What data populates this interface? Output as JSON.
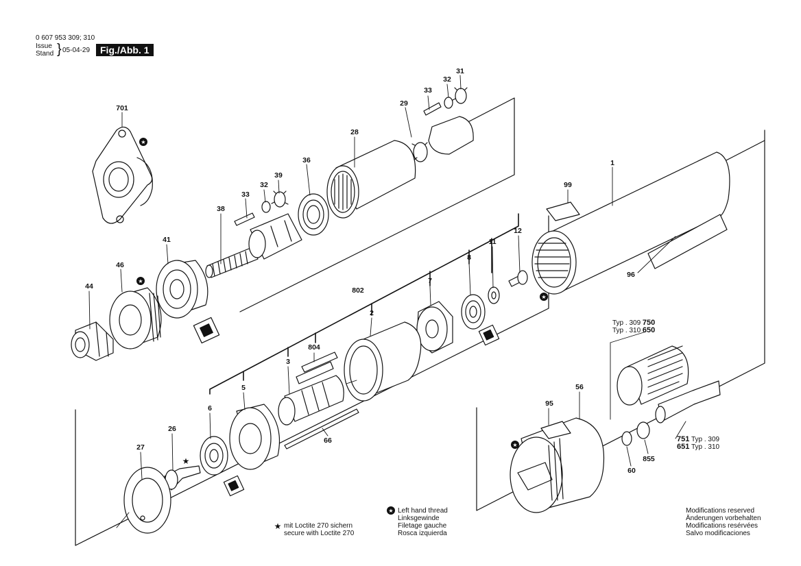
{
  "header": {
    "part_numbers": "0 607 953 309; 310",
    "issue_label": "Issue\nStand",
    "date": "05-04-29",
    "figure": "Fig./Abb. 1"
  },
  "labels": {
    "p701": "701",
    "p38": "38",
    "p33a": "33",
    "p32a": "32",
    "p39": "39",
    "p36": "36",
    "p28": "28",
    "p29": "29",
    "p33b": "33",
    "p32b": "32",
    "p31": "31",
    "p41": "41",
    "p46": "46",
    "p44": "44",
    "p1": "1",
    "p99": "99",
    "p96": "96",
    "p12": "12",
    "p11": "11",
    "p8": "8",
    "p7": "7",
    "p802": "802",
    "p2": "2",
    "p804": "804",
    "p3": "3",
    "p5": "5",
    "p6": "6",
    "p66": "66",
    "p26": "26",
    "p27": "27",
    "p95": "95",
    "p56": "56",
    "p60": "60",
    "p855": "855"
  },
  "variants": {
    "top_typ309": "Typ . 309",
    "top_v309": "750",
    "top_typ310": "Typ . 310",
    "top_v310": "650",
    "bot_v309": "751",
    "bot_typ309": "Typ . 309",
    "bot_v310": "651",
    "bot_typ310": "Typ . 310"
  },
  "notes": {
    "loctite": "mit Loctite 270 sichern\nsecure with Loctite 270",
    "left_thread": "Left hand thread\nLinksgewinde\nFiletage gauche\nRosca izquierda",
    "modifications": "Modifications reserved\nÄnderungen vorbehalten\nModifications resérvées\nSalvo modificaciones"
  }
}
